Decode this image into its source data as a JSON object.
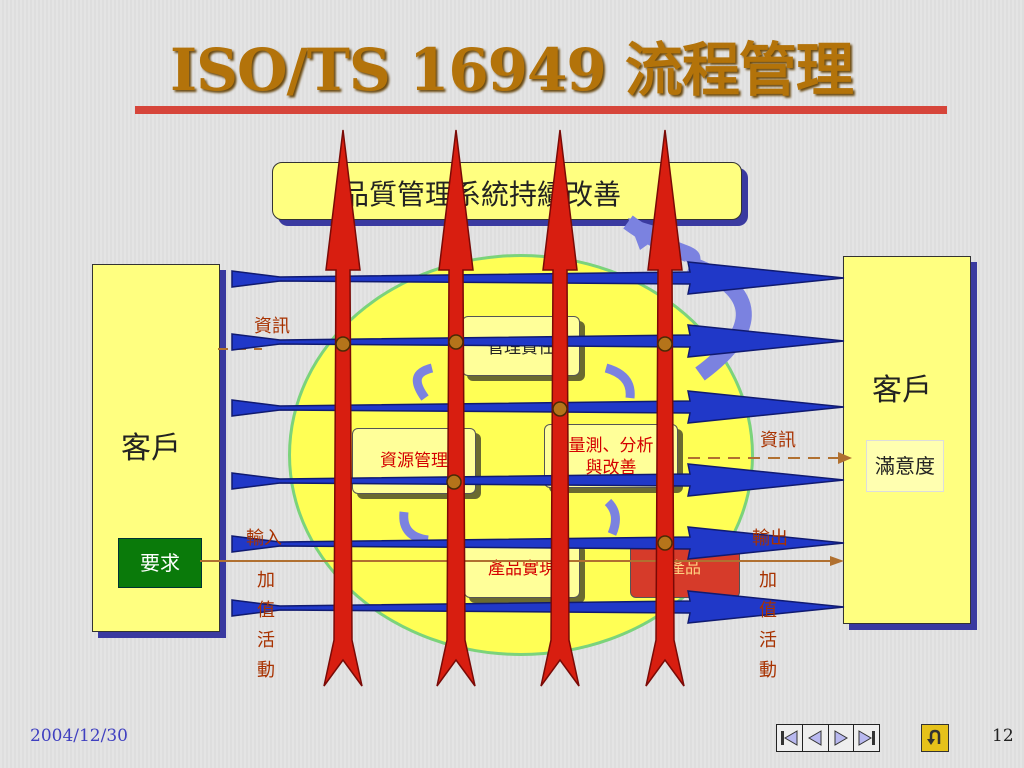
{
  "slide": {
    "title": "ISO/TS 16949 流程管理",
    "top_banner": "品質管理系統持續改善",
    "customer_left": "客戶",
    "customer_right": "客戶",
    "requirement": "要求",
    "satisfaction": "滿意度",
    "info_left": "資訊",
    "info_right": "資訊",
    "input_label": "輸入",
    "output_label": "輸出",
    "value_added_left": "加\n值\n活\n動",
    "value_added_right": "加\n值\n活\n動",
    "inner": {
      "management": "管理責任",
      "resource": "資源管理",
      "measurement": "量測、分析\n與改善",
      "product_realization": "產品實現",
      "product": "產品"
    }
  },
  "footer": {
    "date": "2004/12/30",
    "page": "12"
  },
  "nav": {
    "buttons": [
      "first-icon",
      "prev-icon",
      "next-icon",
      "last-icon"
    ],
    "return": "return-icon"
  },
  "colors": {
    "title": "#b3730a",
    "rule": "#d6453a",
    "box_fill": "#ffff80",
    "blue_arrow": "#2038c8",
    "red_arrow": "#d81e10",
    "ellipse": "#ffff55",
    "requirement_fill": "#0a7a0a"
  }
}
